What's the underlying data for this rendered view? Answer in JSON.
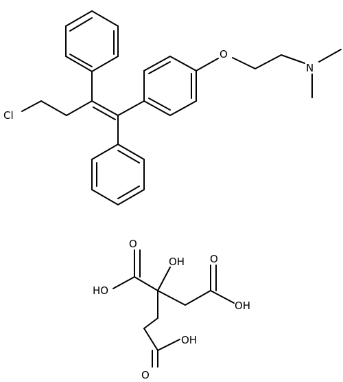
{
  "diagram": {
    "type": "chemical-structure",
    "components": [
      {
        "name": "toremifene",
        "atom_labels": {
          "cl": "Cl",
          "o": "O",
          "n": "N"
        }
      },
      {
        "name": "citric-acid",
        "atom_labels": {
          "top_o": "O",
          "top_oh": "OH",
          "left_ho": "HO",
          "right_o": "O",
          "right_oh": "OH",
          "bottom_oh": "OH",
          "bottom_o": "O"
        }
      }
    ],
    "colors": {
      "bond": "#000000",
      "label": "#000000",
      "background": "#ffffff"
    }
  }
}
